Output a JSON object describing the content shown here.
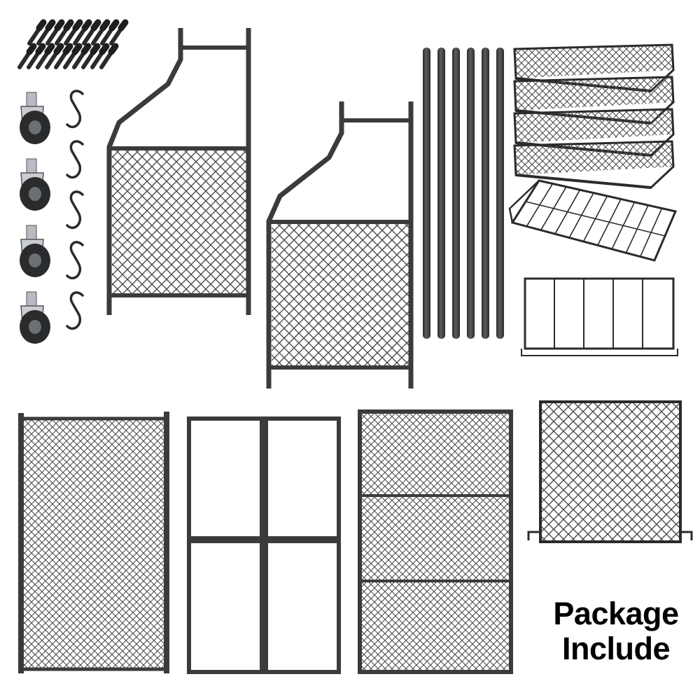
{
  "caption": {
    "line1": "Package",
    "line2": "Include"
  },
  "colors": {
    "background": "#ffffff",
    "metal": "#3a3b3d",
    "metal_dark": "#2a2b2d",
    "mesh": "#4a4b4e",
    "caption_text": "#000000",
    "wheel_silver": "#b8bcc2"
  },
  "parts": [
    {
      "name": "screws",
      "icon": "screw-icon",
      "count": 20
    },
    {
      "name": "caster-wheels",
      "icon": "caster-wheel-icon",
      "count": 4
    },
    {
      "name": "s-hooks",
      "icon": "s-hook-icon",
      "count": 5
    },
    {
      "name": "mesh-side-panels",
      "icon": "side-panel-icon",
      "count": 2
    },
    {
      "name": "support-poles",
      "icon": "pole-icon",
      "count": 6
    },
    {
      "name": "wire-baskets",
      "icon": "basket-icon",
      "count": 4
    },
    {
      "name": "wire-tray",
      "icon": "tray-icon",
      "count": 1
    },
    {
      "name": "divider-rack",
      "icon": "divider-icon",
      "count": 1
    },
    {
      "name": "large-mesh-panel",
      "icon": "mesh-panel-icon",
      "count": 1
    },
    {
      "name": "ladder-frames",
      "icon": "frame-icon",
      "count": 2
    },
    {
      "name": "triple-mesh-panel",
      "icon": "mesh-panel-icon",
      "count": 1
    },
    {
      "name": "square-mesh-panel",
      "icon": "mesh-panel-icon",
      "count": 1
    }
  ]
}
